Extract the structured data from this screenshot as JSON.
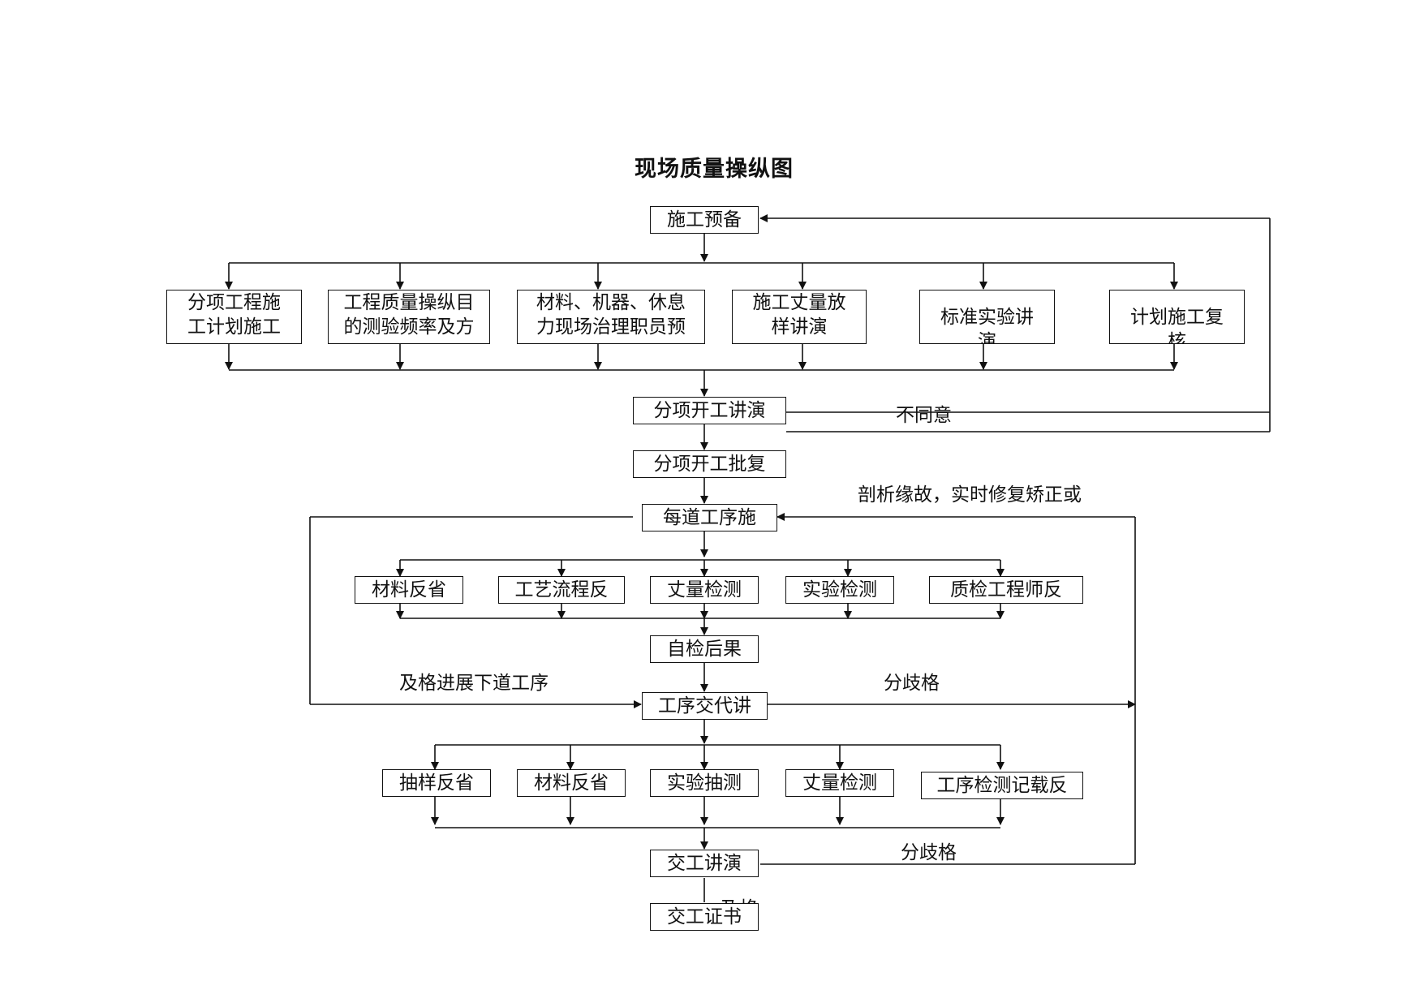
{
  "title": "现场质量操纵图",
  "nodes": {
    "prep": "施工预备",
    "plan_a": [
      "分项工程施",
      "工计划施工"
    ],
    "plan_b": [
      "工程质量操纵目",
      "的测验频率及方"
    ],
    "plan_c": [
      "材料、机器、休息",
      "力现场治理职员预"
    ],
    "plan_d": [
      "施工丈量放",
      "样讲演"
    ],
    "plan_e": [
      "标准实验讲",
      "演"
    ],
    "plan_f": [
      "计划施工复",
      "核"
    ],
    "start_report": "分项开工讲演",
    "start_approval": "分项开工批复",
    "process": "每道工序施",
    "chk_material": "材料反省",
    "chk_craft": "工艺流程反",
    "chk_measure": "丈量检测",
    "chk_test": "实验检测",
    "chk_engineer": "质检工程师反",
    "self_result": "自检后果",
    "handover": "工序交代讲",
    "s_sample": "抽样反省",
    "s_material": "材料反省",
    "s_test": "实验抽测",
    "s_measure": "丈量检测",
    "s_record": "工序检测记载反",
    "final_report": "交工讲演",
    "certificate": "交工证书"
  },
  "labels": {
    "disagree": "不同意",
    "fix": "剖析缘故，实时修复矫正或",
    "pass_next": "及格进展下道工序",
    "fail_1": "分歧格",
    "fail_2": "分歧格",
    "pass": "及格"
  }
}
